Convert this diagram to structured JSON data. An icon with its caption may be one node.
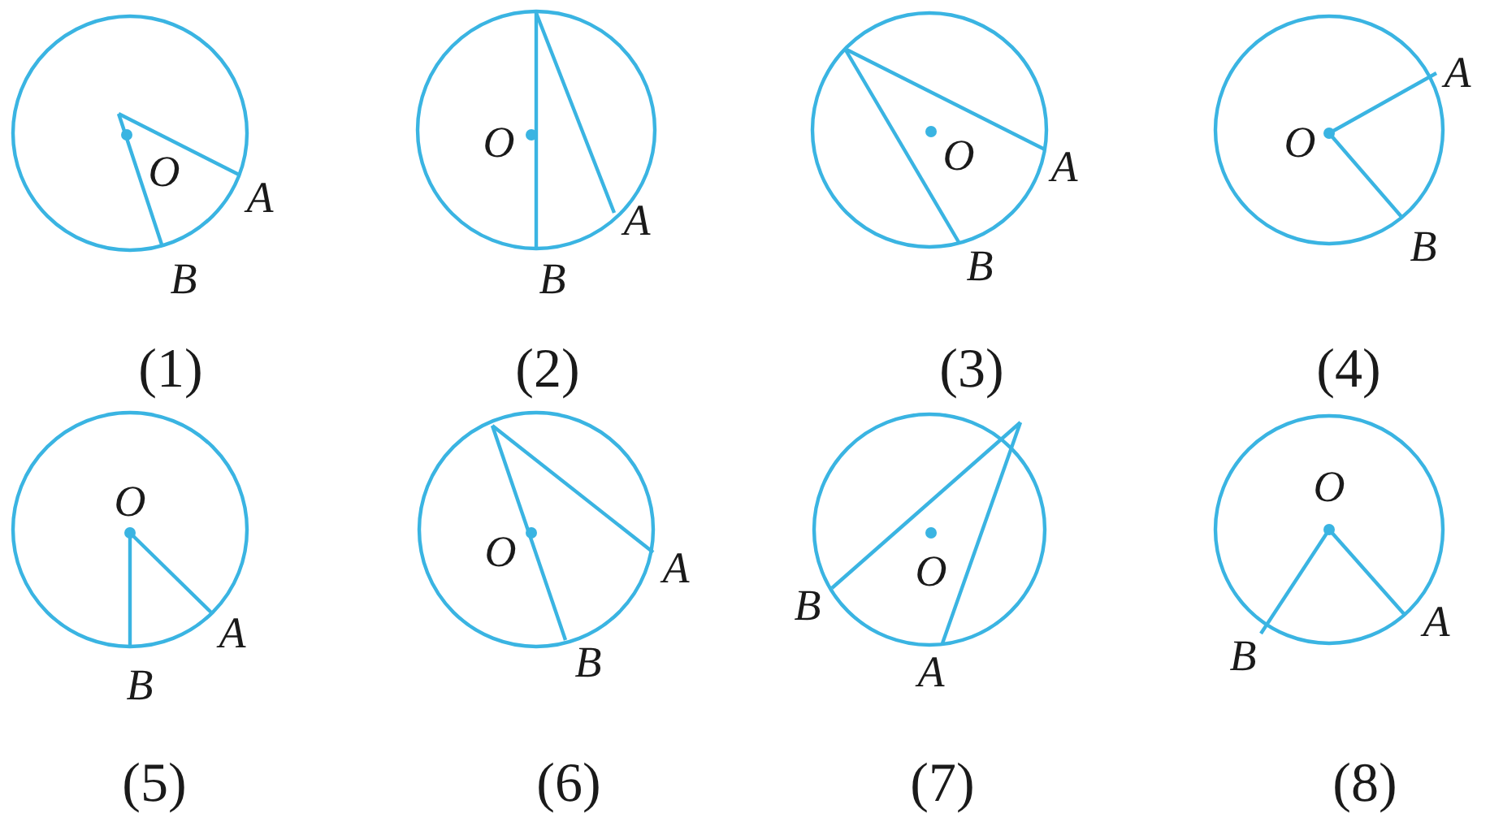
{
  "diagram": {
    "labels": [
      "O",
      "A",
      "B",
      "(1)",
      "O",
      "A",
      "B",
      "(2)",
      "O",
      "A",
      "B",
      "(3)",
      "O",
      "A",
      "B",
      "(4)",
      "O",
      "A",
      "B",
      "(5)",
      "O",
      "A",
      "B",
      "(6)",
      "O",
      "A",
      "B",
      "(7)",
      "O",
      "A",
      "B",
      "(8)"
    ]
  }
}
